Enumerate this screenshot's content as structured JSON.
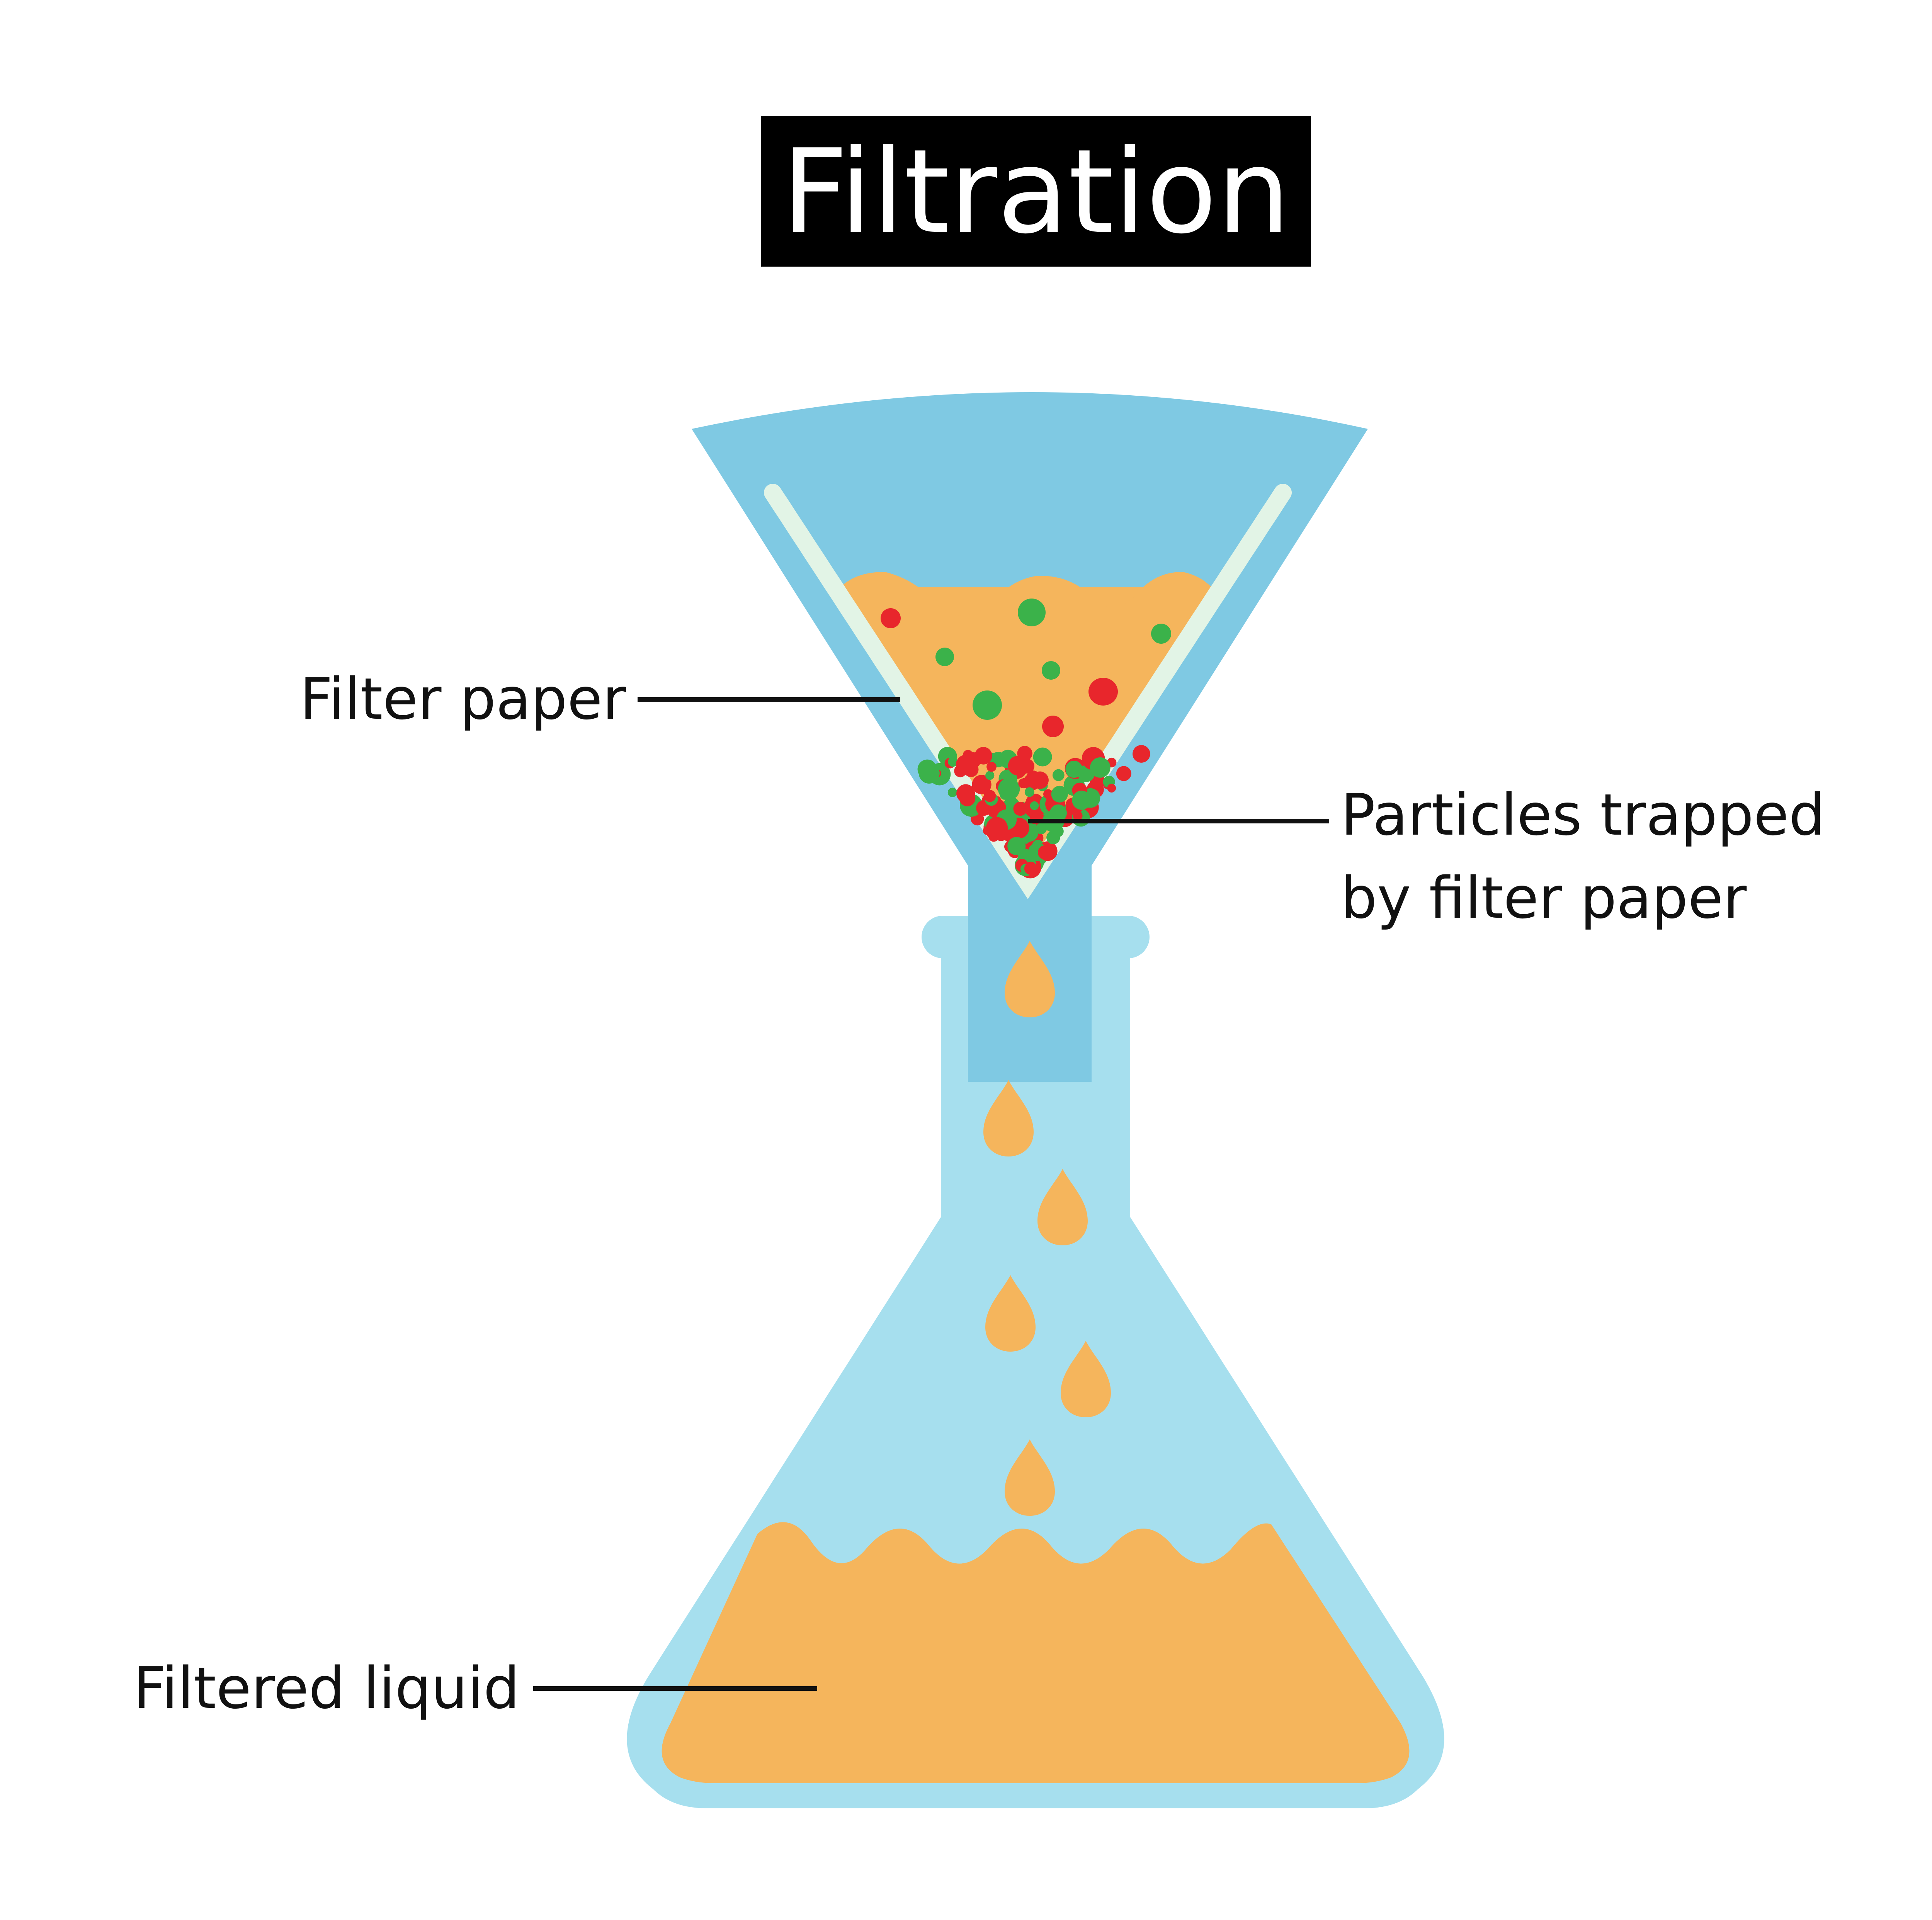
{
  "title": "Filtration",
  "labels": {
    "filter_paper": "Filter paper",
    "particles_line1": "Particles trapped",
    "particles_line2": "by filter paper",
    "filtered_liquid": "Filtered liquid"
  },
  "colors": {
    "background": "#ffffff",
    "title_bg": "#000000",
    "title_text": "#ffffff",
    "funnel": "#7fc9e3",
    "flask": "#a6dfee",
    "filter_paper": "#e2f4e6",
    "liquid": "#f5b55c",
    "particle_red": "#e8262c",
    "particle_green": "#3bb24a",
    "leader_line": "#111111"
  },
  "icons": {
    "funnel": "funnel-icon",
    "flask": "conical-flask-icon",
    "droplet": "droplet-icon"
  }
}
